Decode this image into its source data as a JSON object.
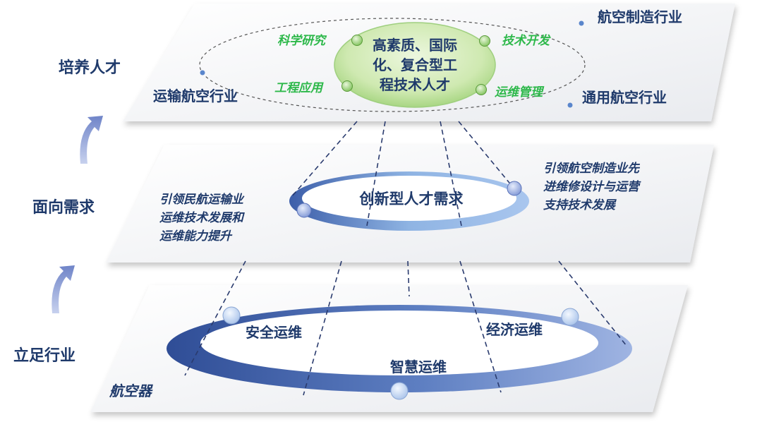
{
  "side_labels": {
    "top": "培养人才",
    "middle": "面向需求",
    "bottom": "立足行业"
  },
  "top_layer": {
    "center_lines": [
      "高素质、国际",
      "化、复合型工",
      "程技术人才"
    ],
    "skills": {
      "research": "科学研究",
      "tech_dev": "技术开发",
      "engineering": "工程应用",
      "ops_mgmt": "运维管理"
    },
    "industries": {
      "manufacturing": "航空制造行业",
      "transport": "运输航空行业",
      "general": "通用航空行业"
    }
  },
  "middle_layer": {
    "ring_label": "创新型人才需求",
    "left_lines": [
      "引领民航运输业",
      "运维技术发展和",
      "运维能力提升"
    ],
    "right_lines": [
      "引领航空制造业先",
      "进维修设计与运营",
      "支持技术发展"
    ]
  },
  "bottom_layer": {
    "safe": "安全运维",
    "economic": "经济运维",
    "smart": "智慧运维",
    "aircraft": "航空器"
  },
  "colors": {
    "label_blue": "#1f3a6b",
    "green_text": "#2db84a",
    "ring_blue": "#3b5fa8",
    "arrow_blue": "#7a8fcf"
  }
}
